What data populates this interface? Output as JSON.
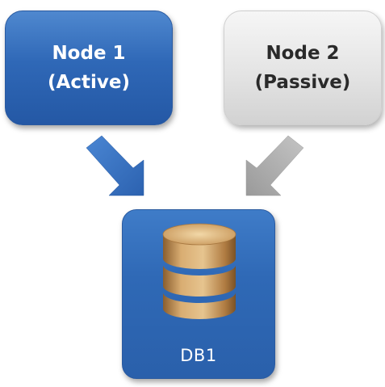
{
  "nodes": {
    "active": {
      "line1": "Node 1",
      "line2": "(Active)"
    },
    "passive": {
      "line1": "Node 2",
      "line2": "(Passive)"
    }
  },
  "database": {
    "label": "DB1"
  },
  "colors": {
    "active_blue": "#2f68b7",
    "passive_gray": "#e0e0e0",
    "database_blue": "#2f69b6",
    "active_arrow": "#3a72c0",
    "passive_arrow": "#a9a9a9",
    "cylinder_gold": "#c99a5c"
  },
  "icons": {
    "database": "database-cylinder-icon"
  }
}
